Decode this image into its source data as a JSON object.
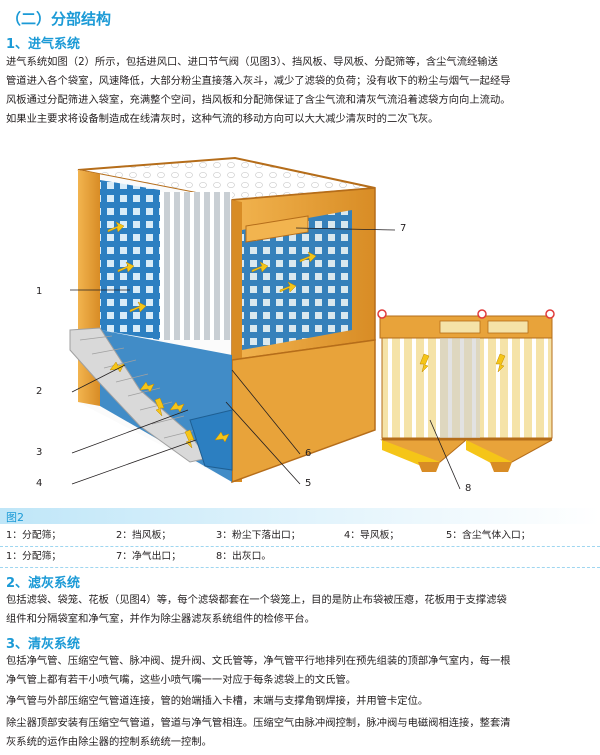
{
  "section": {
    "title": "（二）分部结构"
  },
  "intake": {
    "heading": "1、进气系统",
    "lines": [
      "进气系统如图（2）所示，包括进风口、进口节气阀（见图3）、挡风板、导风板、分配筛等，含尘气流经输送",
      "管道进入各个袋室，风速降低，大部分粉尘直接落入灰斗，减少了滤袋的负荷；没有收下的粉尘与烟气一起经导",
      "风板通过分配筛进入袋室，充满整个空间，挡风板和分配筛保证了含尘气流和清灰气流沿着滤袋方向向上流动。",
      "如果业主要求将设备制造成在线清灰时，这种气流的移动方向可以大大减少清灰时的二次飞灰。"
    ]
  },
  "figure": {
    "callouts": [
      "1",
      "2",
      "3",
      "4",
      "5",
      "6",
      "7",
      "8"
    ],
    "label": "图2",
    "legend": [
      [
        "1：分配筛；",
        "2：挡风板；",
        "3：粉尘下落出口；",
        "4：导风板；",
        "5：含尘气体入口；"
      ],
      [
        "1：分配筛；",
        "7：净气出口；",
        "8：出灰口。"
      ]
    ]
  },
  "filter": {
    "heading": "2、滤灰系统",
    "lines": [
      "包括滤袋、袋笼、花板（见图4）等，每个滤袋都套在一个袋笼上，目的是防止布袋被压瘪，花板用于支撑滤袋",
      "组件和分隔袋室和净气室，并作为除尘器滤灰系统组件的检修平台。"
    ]
  },
  "cleaning": {
    "heading": "3、清灰系统",
    "lines": [
      "包括净气管、压缩空气管、脉冲阀、提升阀、文氏管等，净气管平行地排列在预先组装的顶部净气室内，每一根",
      "净气管上都有若干小喷气嘴，这些小喷气嘴一一对应于每条滤袋上的文氏管。"
    ],
    "para2": "净气管与外部压缩空气管道连接，管的始端插入卡槽，末端与支撑角钢焊接，并用管卡定位。",
    "para3_lines": [
      "除尘器顶部安装有压缩空气管道，管道与净气管相连。压缩空气由脉冲阀控制，脉冲阀与电磁阀相连接，整套清",
      "灰系统的运作由除尘器的控制系统统一控制。"
    ]
  },
  "colors": {
    "accent": "#1b9ad6",
    "housing": "#e8a33a",
    "panel": "#2c7fc1",
    "arrow": "#f5c518"
  }
}
